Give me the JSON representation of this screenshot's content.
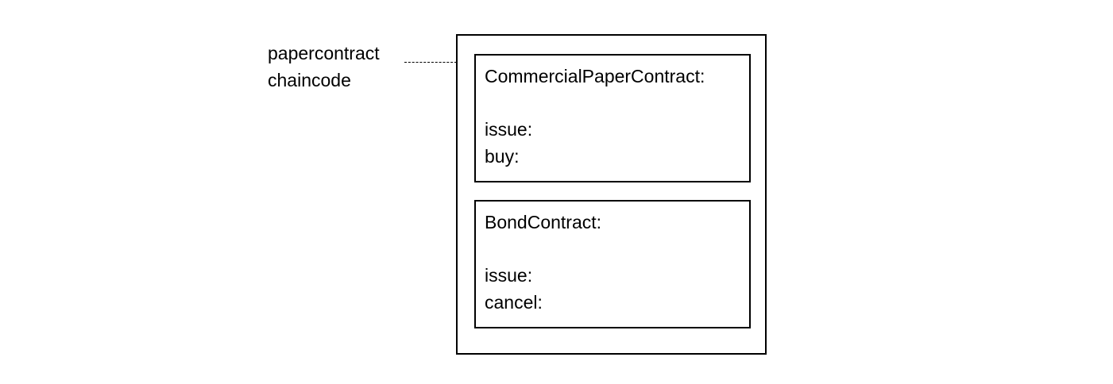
{
  "chaincode": {
    "label_lines": [
      "papercontract",
      "chaincode"
    ]
  },
  "contracts": [
    {
      "name": "CommercialPaperContract:",
      "transactions": [
        "issue:",
        "buy:"
      ]
    },
    {
      "name": "BondContract:",
      "transactions": [
        "issue:",
        "cancel:"
      ]
    }
  ]
}
